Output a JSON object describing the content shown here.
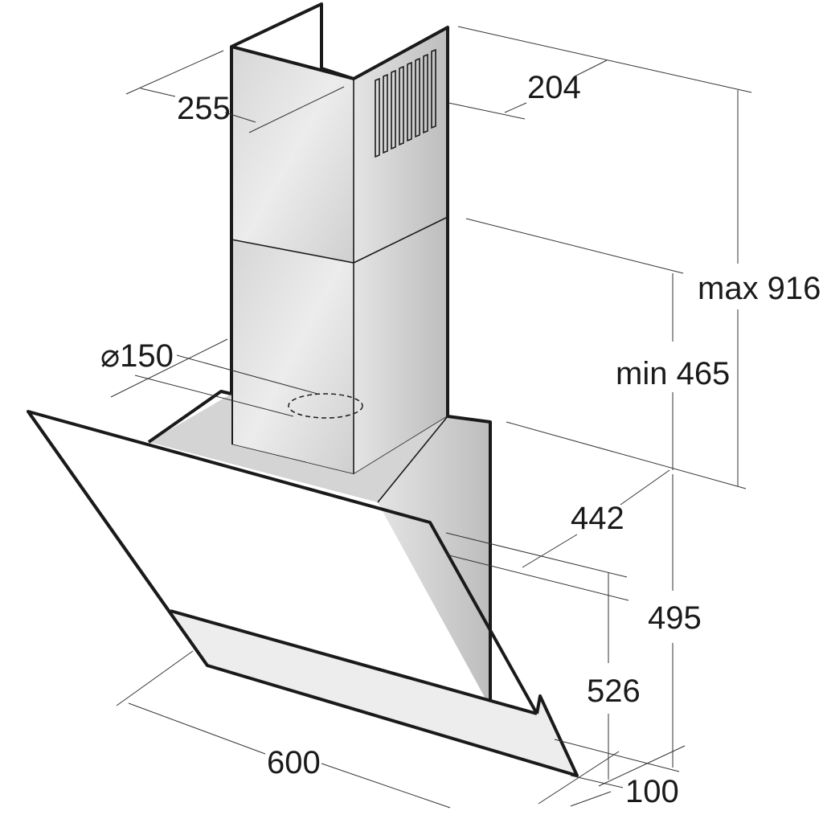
{
  "diagram": {
    "subject": "Angled glass wall-mounted cooker hood dimension drawing",
    "units": "mm",
    "colors": {
      "line": "#1a1a1a",
      "metal_light": "#e6e6e6",
      "metal_dark": "#b5b5b5",
      "glass": "#f4f4f4"
    },
    "dimensions": {
      "chimney_depth": "255",
      "chimney_width": "204",
      "duct_diameter": "⌀150",
      "height_max": "max 916",
      "height_min": "min 465",
      "body_depth": "442",
      "body_height": "495",
      "glass_height": "526",
      "width": "600",
      "glass_offset": "100"
    }
  }
}
